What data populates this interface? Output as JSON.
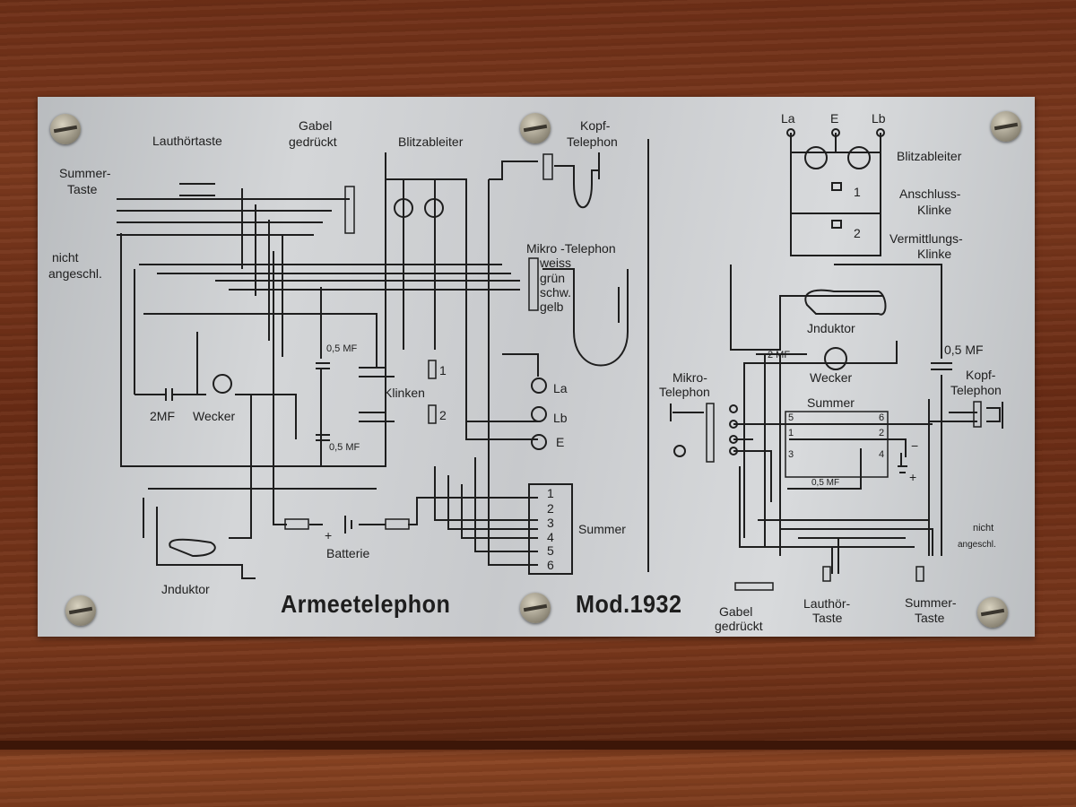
{
  "plate": {
    "title": "Armeetelephon",
    "model": "Mod.1932",
    "left": {
      "lauthoertaste": "Lauthörtaste",
      "gabel": "Gabel",
      "gedrueckt": "gedrückt",
      "blitzableiter": "Blitzableiter",
      "kopf": "Kopf-",
      "kopf_telephon": "Telephon",
      "summer_taste_1": "Summer-",
      "summer_taste_2": "Taste",
      "nicht": "nicht",
      "angeschl": "angeschl.",
      "mikro_telephon": "Mikro -Telephon",
      "weiss": "weiss",
      "gruen": "grün",
      "schw": "schw.",
      "gelb": "gelb",
      "cap_upper": "0,5 MF",
      "klinke_1": "1",
      "klinken": "Klinken",
      "klinke_2": "2",
      "la": "La",
      "lb": "Lb",
      "e": "E",
      "cap_2mf": "2MF",
      "wecker": "Wecker",
      "cap_lower": "0,5 MF",
      "plus": "+",
      "batterie": "Batterie",
      "summer": "Summer",
      "summer_terminals": [
        "1",
        "2",
        "3",
        "4",
        "5",
        "6"
      ],
      "jnduktor": "Jnduktor"
    },
    "right": {
      "la": "La",
      "e": "E",
      "lb": "Lb",
      "blitzableiter": "Blitzableiter",
      "num_1": "1",
      "anschluss": "Anschluss-",
      "anschluss_klinke": "Klinke",
      "num_2": "2",
      "vermittlungs": "Vermittlungs-",
      "vermittlungs_klinke": "Klinke",
      "jnduktor": "Jnduktor",
      "cap_05": "0,5 MF",
      "cap_2mf": "2 MF",
      "wecker": "Wecker",
      "mikro": "Mikro-",
      "mikro_telephon": "Telephon",
      "kopf": "Kopf-",
      "kopf_telephon": "Telephon",
      "summer": "Summer",
      "t5": "5",
      "t6": "6",
      "t1": "1",
      "t2": "2",
      "t3": "3",
      "t4": "4",
      "minus": "−",
      "plus": "+",
      "cap_summer": "0,5 MF",
      "nicht": "nicht",
      "angeschl": "angeschl.",
      "gabel": "Gabel",
      "gedrueckt": "gedrückt",
      "lauthoer": "Lauthör-",
      "lauthoer_taste": "Taste",
      "summer_taste_1": "Summer-",
      "summer_taste_2": "Taste"
    }
  }
}
